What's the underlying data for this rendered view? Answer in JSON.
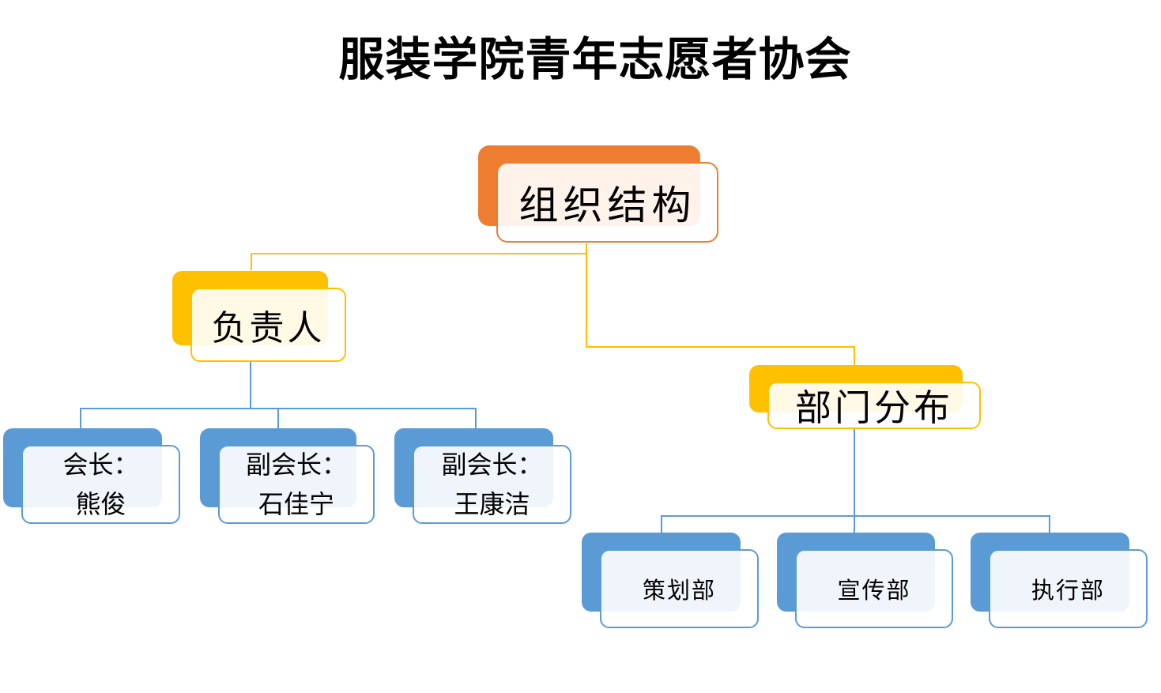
{
  "title": "服装学院青年志愿者协会",
  "colors": {
    "accent-orange": "#ED7D31",
    "accent-yellow": "#FFC000",
    "accent-blue": "#5B9BD5",
    "connector-yellow": "#FFC000",
    "connector-blue": "#5B9BD5",
    "text": "#000000"
  },
  "org": {
    "root": {
      "label": "组织结构"
    },
    "leaders": {
      "label": "负责人",
      "members": [
        {
          "role": "会长：",
          "name": "熊俊"
        },
        {
          "role": "副会长：",
          "name": "石佳宁"
        },
        {
          "role": "副会长：",
          "name": "王康洁"
        }
      ]
    },
    "departments": {
      "label": "部门分布",
      "items": [
        {
          "label": "策划部"
        },
        {
          "label": "宣传部"
        },
        {
          "label": "执行部"
        }
      ]
    }
  }
}
